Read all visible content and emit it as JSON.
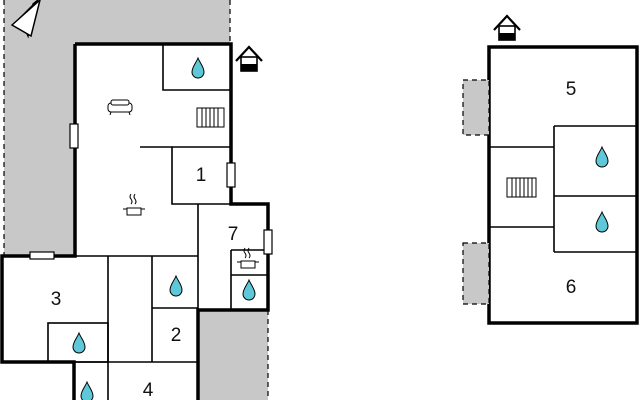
{
  "floor_plan": {
    "colors": {
      "terrace": "#c8c8c8",
      "wall": "#000000",
      "water_drop": "#5fc8d8",
      "background": "#ffffff"
    },
    "room_labels": {
      "r1": "1",
      "r2": "2",
      "r3": "3",
      "r4": "4",
      "r5": "5",
      "r6": "6",
      "r7": "7"
    },
    "icons": [
      "north-arrow-icon",
      "house-entrance-icon",
      "sofa-icon",
      "radiator-icon",
      "stove-pot-icon",
      "water-drop-icon"
    ]
  }
}
